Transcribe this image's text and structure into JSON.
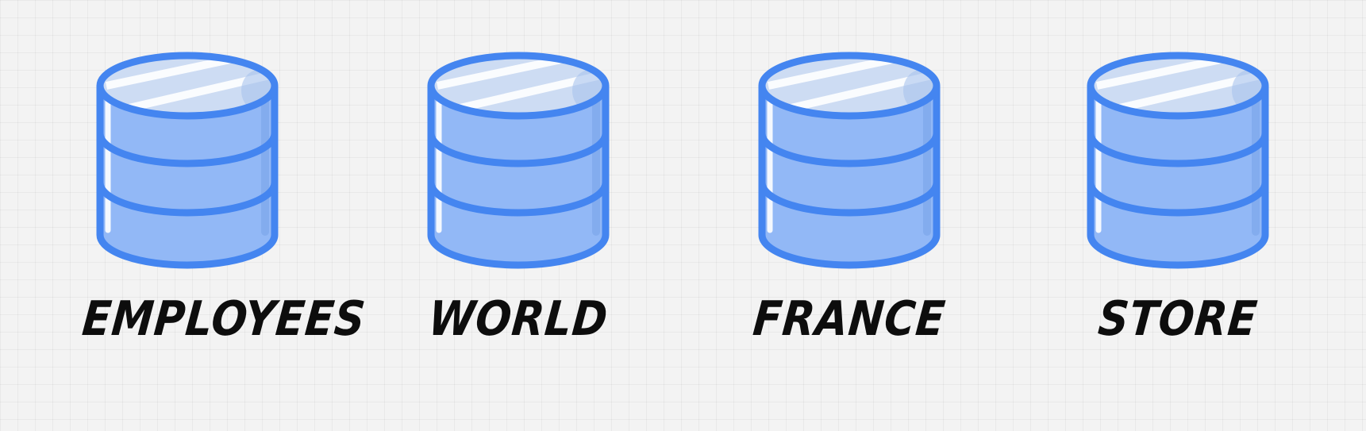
{
  "colors": {
    "stroke": "#4485f0",
    "body_fill": "#92b8f6",
    "top_fill": "#cddcf3",
    "shine": "#ffffff",
    "label": "#0d0d0d"
  },
  "databases": [
    {
      "label": "EMPLOYEES",
      "icon": "database-icon"
    },
    {
      "label": "WORLD",
      "icon": "database-icon"
    },
    {
      "label": "FRANCE",
      "icon": "database-icon"
    },
    {
      "label": "STORE",
      "icon": "database-icon"
    }
  ]
}
